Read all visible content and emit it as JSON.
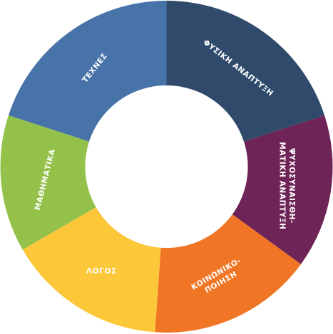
{
  "diagram": {
    "segments": [
      {
        "id": "physical",
        "lines": [
          "ΦΥΣΙΚΗ ΑΝΑΠΤΥΞΗ"
        ],
        "color": "#2f4a6b",
        "start_deg": 0,
        "end_deg": 72
      },
      {
        "id": "psychosocial",
        "lines": [
          "ΨΥΧΟΣΥΝΑΙΣΘΗ-",
          "ΜΑΤΙΚΗ ΑΝΑΠΤΥΞΗ"
        ],
        "color": "#6e2457",
        "start_deg": 72,
        "end_deg": 126
      },
      {
        "id": "socialization",
        "lines": [
          "ΚΟΙΝΩΝΙΚΟ-",
          "ΠΟΙΗΣΗ"
        ],
        "color": "#f07524",
        "start_deg": 126,
        "end_deg": 184
      },
      {
        "id": "language",
        "lines": [
          "ΛΟΓΟΣ"
        ],
        "color": "#fdc73a",
        "start_deg": 184,
        "end_deg": 240
      },
      {
        "id": "mathematics",
        "lines": [
          "ΜΑΘΗΜΑΤΙΚΑ"
        ],
        "color": "#93c14a",
        "start_deg": 240,
        "end_deg": 288
      },
      {
        "id": "arts",
        "lines": [
          "ΤΕΧΝΕΣ"
        ],
        "color": "#4873a9",
        "start_deg": 288,
        "end_deg": 360
      }
    ]
  }
}
